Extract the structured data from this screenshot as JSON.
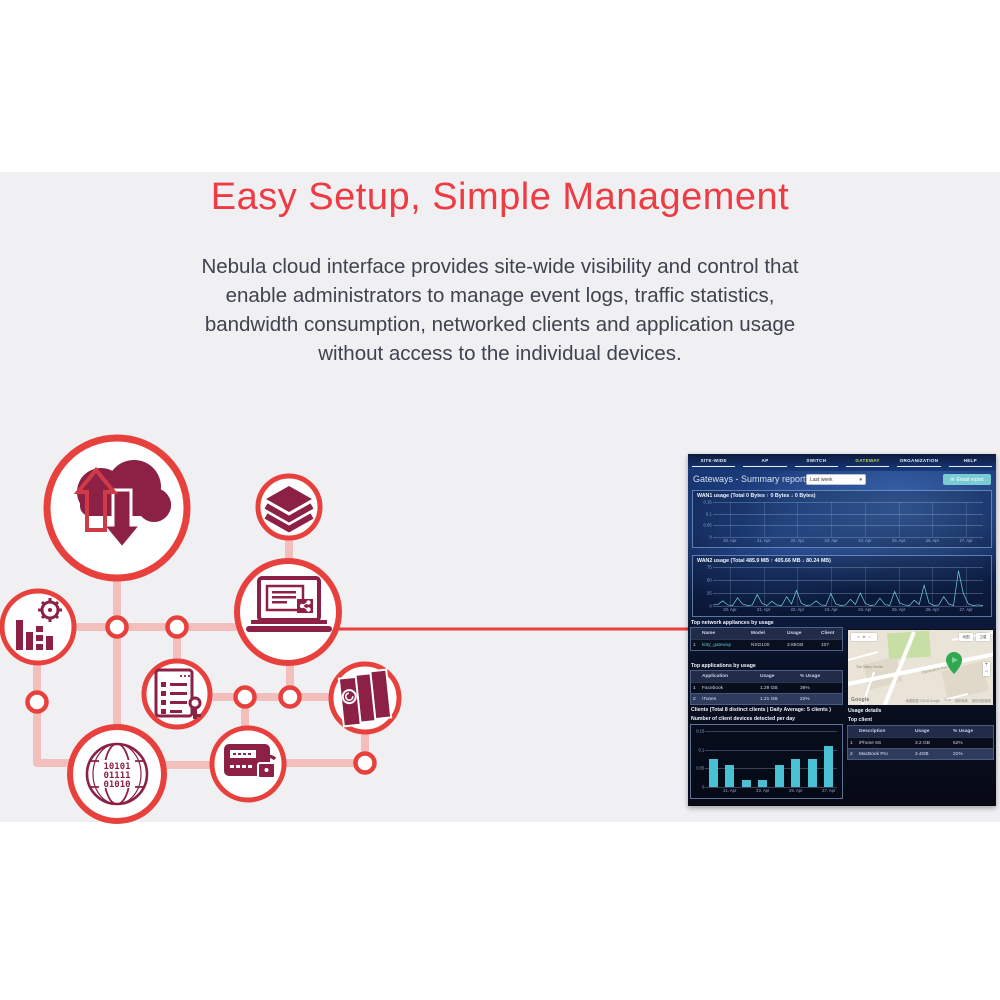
{
  "heading": {
    "title": "Easy Setup, Simple Management"
  },
  "paragraph": {
    "lines": [
      "Nebula cloud interface provides site-wide visibility and control that",
      "enable administrators to manage event logs, traffic statistics,",
      "bandwidth consumption, networked clients and application usage",
      "without access to the individual devices."
    ]
  },
  "colors": {
    "accent_red": "#e8413d",
    "icon_maroon": "#8c2045",
    "link_pink": "#f3bfbd",
    "chart_teal": "#74d2da",
    "nav_active": "#c8d84e"
  },
  "illustration": {
    "icons": [
      "cloud-sync",
      "layers",
      "laptop-share",
      "analytics-gear",
      "checklist-key",
      "secure-files",
      "binary-globe",
      "payment-security"
    ],
    "binary": [
      "10101",
      "01111",
      "01010"
    ]
  },
  "dashboard": {
    "nav": {
      "items": [
        {
          "label": "SITE-WIDE",
          "active": false
        },
        {
          "label": "AP",
          "active": false
        },
        {
          "label": "SWITCH",
          "active": false
        },
        {
          "label": "GATEWAY",
          "active": true
        },
        {
          "label": "ORGANIZATION",
          "active": false
        },
        {
          "label": "HELP",
          "active": false
        }
      ]
    },
    "header": {
      "title": "Gateways - Summary report",
      "range_value": "Last week",
      "email_button": "Email report"
    },
    "wan1": {
      "title": "WAN1 usage (Total 0 Bytes ↑ 0 Bytes ↓ 0 Bytes)"
    },
    "wan2": {
      "title": "WAN2 usage (Total 485.9 MB ↑ 405.66 MB ↓ 80.24 MB)"
    },
    "appliances": {
      "title": "Top network appliances by usage",
      "headers": [
        "Name",
        "Model",
        "Usage",
        "Client"
      ],
      "rows": [
        {
          "rank": "1",
          "name": "kitty_gateway",
          "model": "NSG100",
          "usage": "3.85GB",
          "client": "107"
        }
      ]
    },
    "applications": {
      "title": "Top applications by usage",
      "headers": [
        "Application",
        "Usage",
        "% Usage"
      ],
      "rows": [
        {
          "rank": "1",
          "name": "Facebook",
          "usage": "1.29 GB",
          "percent": "39%"
        },
        {
          "rank": "2",
          "name": "iTunes",
          "usage": "1.21 GB",
          "percent": "22%"
        }
      ]
    },
    "clients_summary": "Clients (Total 8 distinct clients | Daily Average: 5 clients )",
    "client_chart_title": "Number of client devices detected per day",
    "usage_details": {
      "title": "Usage details",
      "subtitle": "Top client",
      "headers": [
        "Description",
        "Usage",
        "% Usage"
      ],
      "rows": [
        {
          "rank": "1",
          "name": "iPhone 6S",
          "usage": "3.2 GB",
          "percent": "52%"
        },
        {
          "rank": "2",
          "name": "MacBook Pro",
          "usage": "2.4GB",
          "percent": "21%"
        }
      ]
    },
    "map": {
      "google_label": "Google",
      "attribution_1": "地图数据 ©2018 Google",
      "attribution_2": "50 m",
      "attribution_3": "使用条款",
      "attribution_4": "报告地图错误",
      "chip_map": "地图",
      "chip_satellite": "卫星",
      "place_label": "The Valley Centre",
      "road_label": "Clarendon Ave",
      "zoom_in": "+",
      "zoom_out": "−"
    }
  },
  "chart_data": [
    {
      "id": "wan1",
      "type": "line",
      "title": "WAN1 usage (Total 0 Bytes ↑ 0 Bytes ↓ 0 Bytes)",
      "x_labels": [
        "20. Apr",
        "21. Apr",
        "22. Apr",
        "23. Apr",
        "24. Apr",
        "25. Apr",
        "26. Apr",
        "27. Apr"
      ],
      "y_labels": [
        "0.15",
        "0.1",
        "0.05",
        "0"
      ],
      "ymax": 0.15,
      "values": [],
      "line_color": "#74d2da",
      "grid": true,
      "legend": false
    },
    {
      "id": "wan2",
      "type": "line",
      "title": "WAN2 usage (Total 485.9 MB ↑ 405.66 MB ↓ 80.24 MB)",
      "x_labels": [
        "20. Apr",
        "21. Apr",
        "22. Apr",
        "23. Apr",
        "24. Apr",
        "25. Apr",
        "26. Apr",
        "27. Apr"
      ],
      "y_labels": [
        "75",
        "50",
        "25",
        "0"
      ],
      "ymax": 75,
      "values": [
        2,
        3,
        10,
        2,
        1,
        16,
        4,
        1,
        2,
        22,
        5,
        1,
        9,
        2,
        1,
        18,
        4,
        30,
        5,
        1,
        2,
        10,
        2,
        1,
        24,
        4,
        1,
        2,
        13,
        3,
        25,
        5,
        1,
        2,
        15,
        3,
        1,
        28,
        6,
        2,
        1,
        11,
        3,
        40,
        6,
        1,
        2,
        18,
        4,
        1,
        68,
        24,
        4,
        1,
        2,
        1
      ],
      "line_color": "#74d2da",
      "grid": true,
      "legend": false
    },
    {
      "id": "clients",
      "type": "bar",
      "title": "Number of client devices detected per day",
      "x_labels": [
        "21. Apr",
        "23. Apr",
        "25. Apr",
        "27. Apr"
      ],
      "y_labels": [
        "0.15",
        "0.1",
        "0.05",
        "0"
      ],
      "ymax": 0.15,
      "values": [
        0.075,
        0.06,
        0.02,
        0.02,
        0.06,
        0.075,
        0.075,
        0.11
      ],
      "bar_color": "#49c0d4",
      "grid": true,
      "legend": false
    }
  ]
}
